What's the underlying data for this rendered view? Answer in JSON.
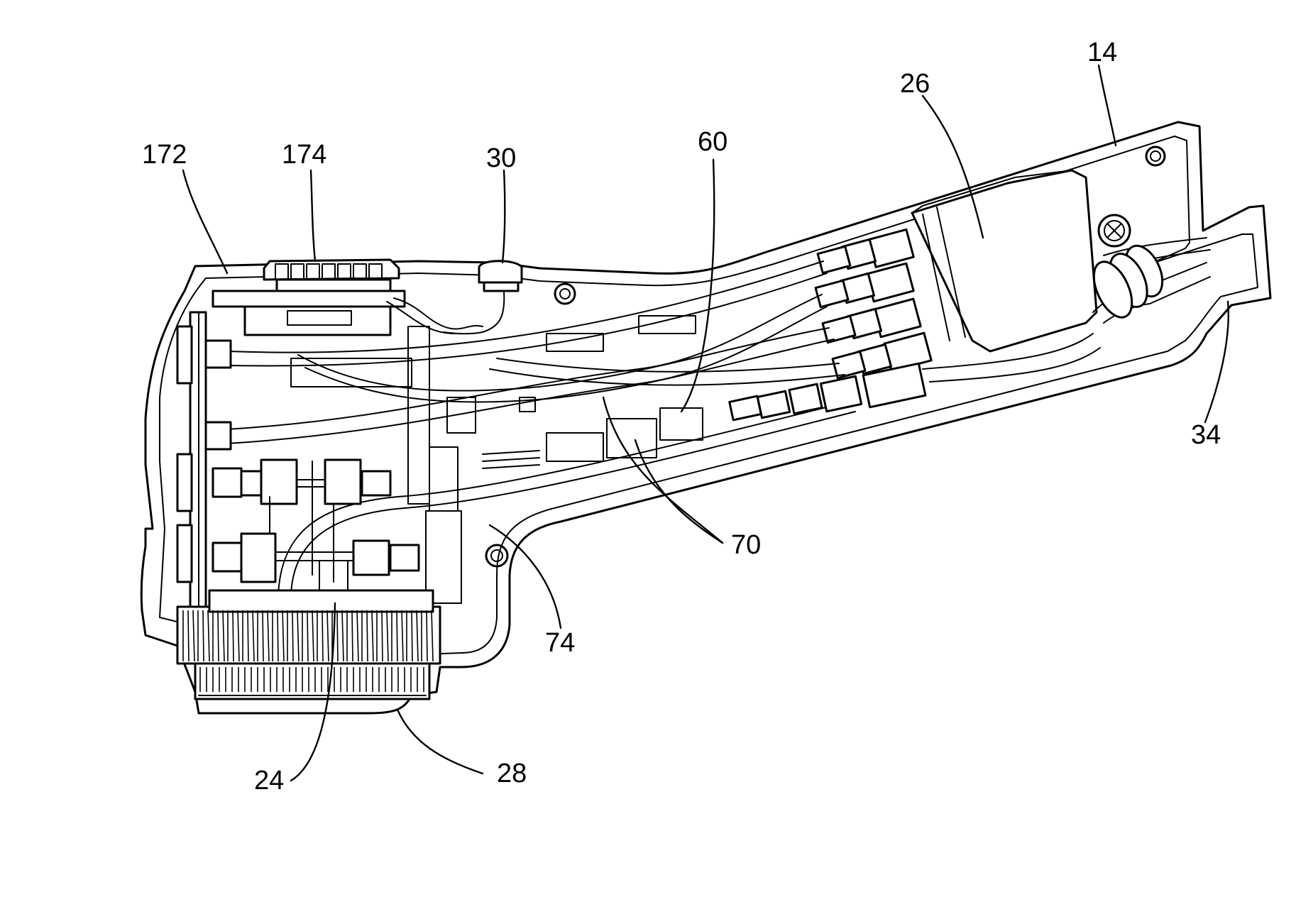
{
  "labels": {
    "l14": "14",
    "l26": "26",
    "l60": "60",
    "l30": "30",
    "l172": "172",
    "l174": "174",
    "l34": "34",
    "l70": "70",
    "l74": "74",
    "l24": "24",
    "l28": "28"
  }
}
